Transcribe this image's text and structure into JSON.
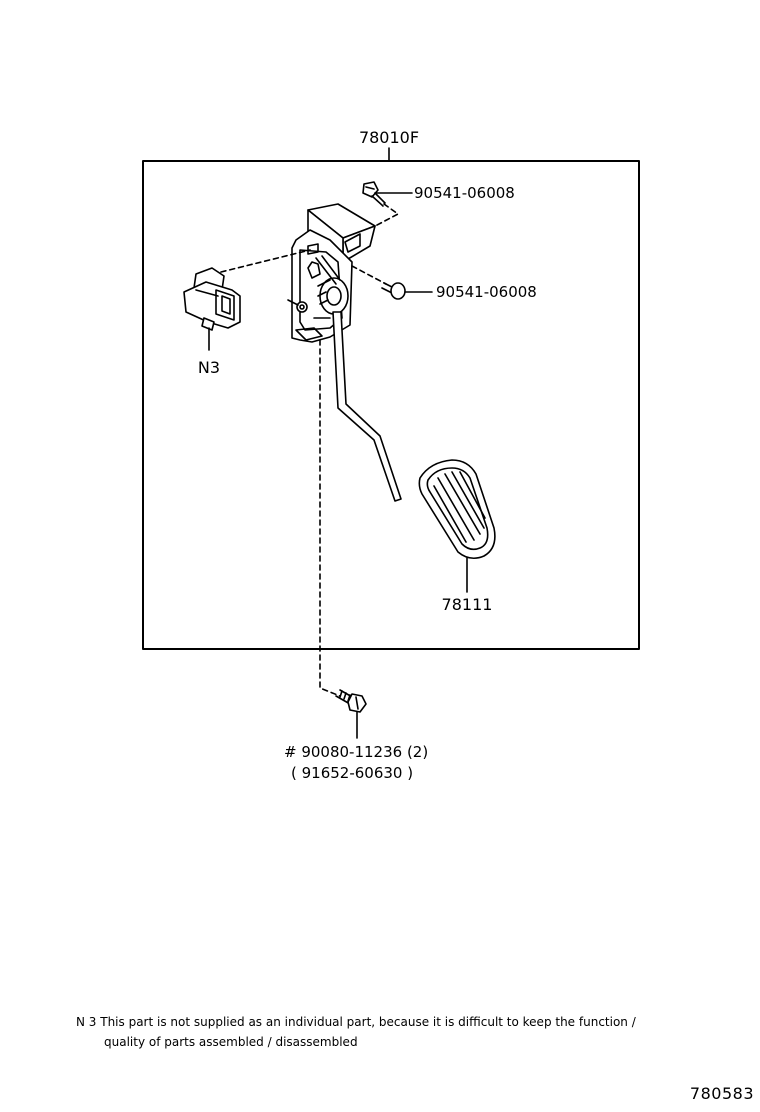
{
  "labels": {
    "assembly": "78010F",
    "screw_top": "90541-06008",
    "screw_mid": "90541-06008",
    "sensor": "N3",
    "pedal_pad": "78111",
    "bolt_part": "# 90080-11236 (2)",
    "bolt_alt": "( 91652-60630 )"
  },
  "note": {
    "line1": "N 3 This part is not supplied as an individual part, because it is difficult to keep the function /",
    "line2": "quality of parts assembled / disassembled"
  },
  "figure_number": "780583"
}
